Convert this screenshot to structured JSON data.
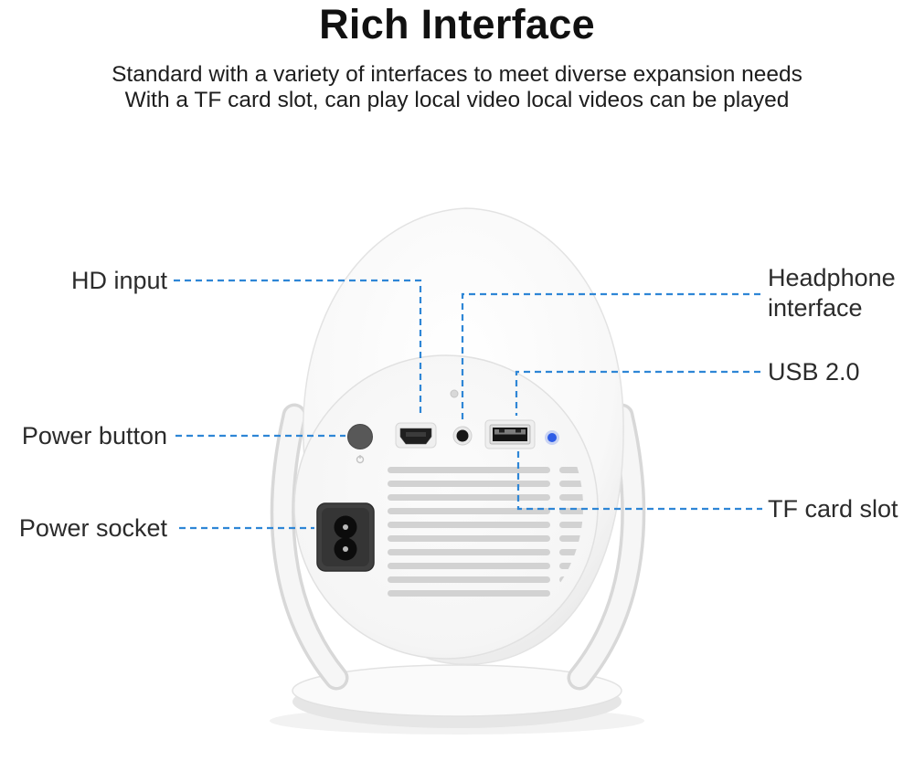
{
  "header": {
    "title": "Rich Interface",
    "subtitle_line1": "Standard with a variety of interfaces to meet diverse expansion needs",
    "subtitle_line2": "With a TF card slot, can play local video local videos can be played"
  },
  "callouts": {
    "hd_input": "HD input",
    "power_button": "Power button",
    "power_socket": "Power socket",
    "headphone": "Headphone interface",
    "usb": "USB 2.0",
    "tf_card": "TF card slot"
  },
  "colors": {
    "leader_line": "#2e86d6",
    "led_indicator": "#2e5ce6",
    "title_text": "#111111",
    "label_text": "#2b2b2b"
  }
}
